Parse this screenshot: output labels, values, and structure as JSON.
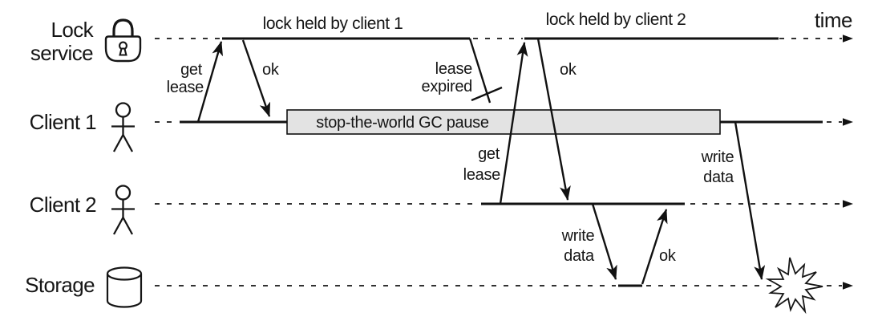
{
  "timeline": {
    "label": "time"
  },
  "lanes": {
    "lock_service": {
      "line1": "Lock",
      "line2": "service",
      "icon": "padlock-icon"
    },
    "client1": {
      "label": "Client 1",
      "icon": "person-icon"
    },
    "client2": {
      "label": "Client 2",
      "icon": "person-icon"
    },
    "storage": {
      "label": "Storage",
      "icon": "database-icon"
    }
  },
  "spans": {
    "held_by_client1": "lock held by client 1",
    "held_by_client2": "lock held by client 2"
  },
  "gc_pause": {
    "label": "stop-the-world GC pause",
    "fill": "#e3e3e3"
  },
  "messages": {
    "c1_get_lease": {
      "line1": "get",
      "line2": "lease"
    },
    "c1_ok": {
      "label": "ok"
    },
    "lease_expired": {
      "line1": "lease",
      "line2": "expired"
    },
    "c2_get_lease": {
      "line1": "get",
      "line2": "lease"
    },
    "c2_ok": {
      "label": "ok"
    },
    "c2_write_data": {
      "line1": "write",
      "line2": "data"
    },
    "storage_ok": {
      "label": "ok"
    },
    "c1_write_data": {
      "line1": "write",
      "line2": "data"
    }
  },
  "colors": {
    "ink": "#161616",
    "background": "#ffffff",
    "gc_fill": "#e3e3e3"
  }
}
